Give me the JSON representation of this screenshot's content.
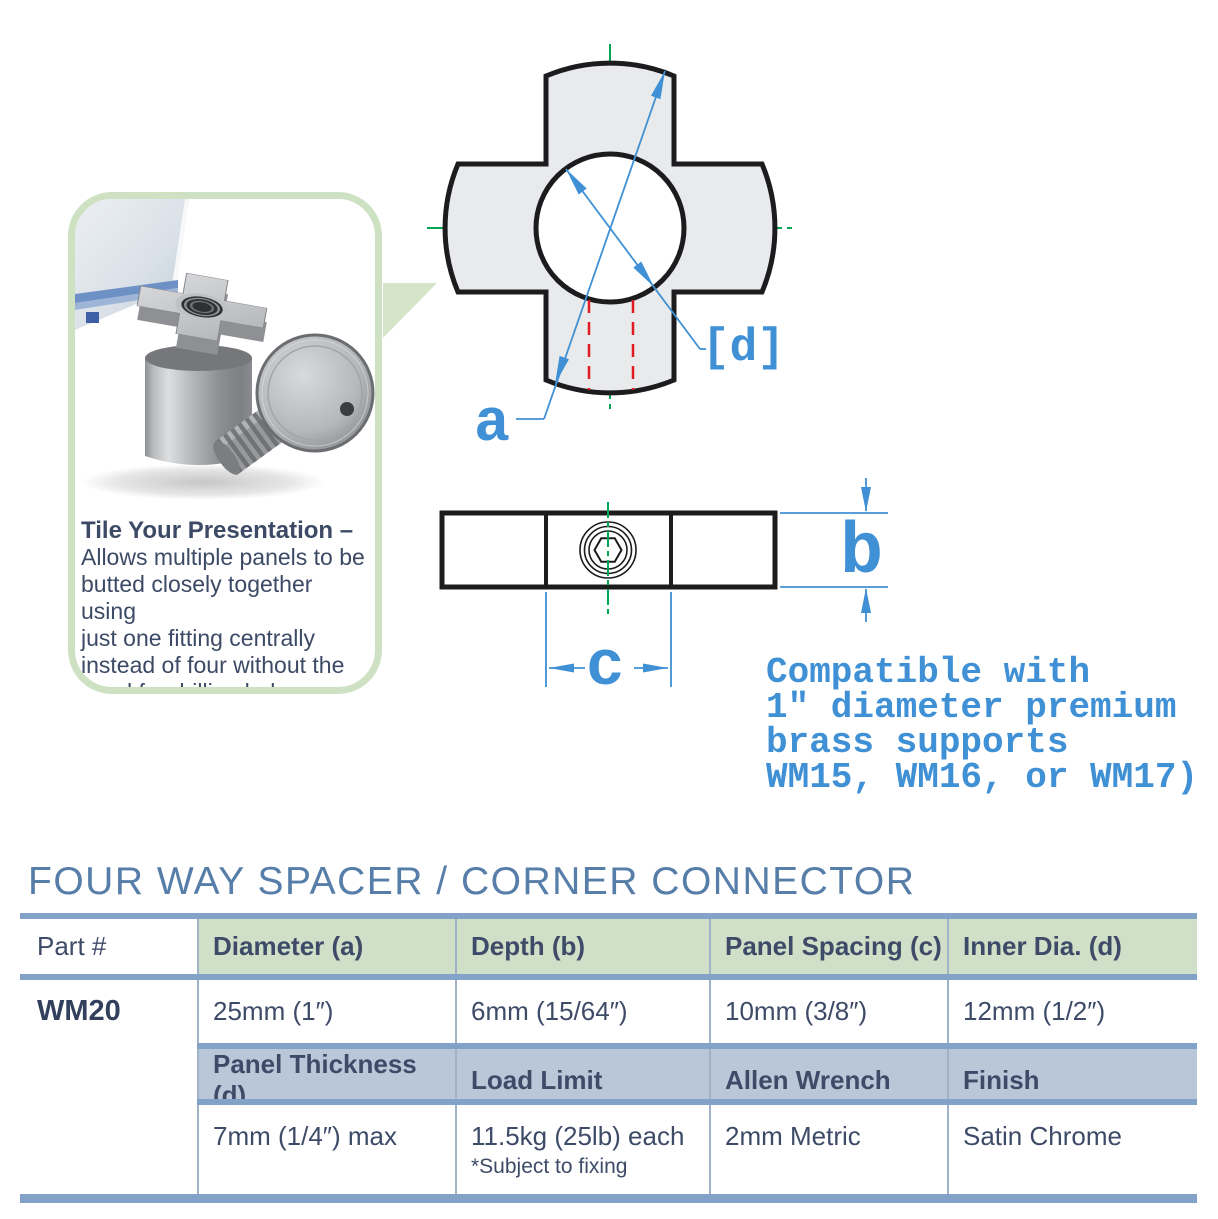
{
  "callout": {
    "heading": "Tile Your Presentation –",
    "body_lines": [
      "Allows multiple panels to be",
      "butted closely together using",
      "just one fitting centrally",
      "instead of four without the",
      "need for drilling holes."
    ]
  },
  "diagram_labels": {
    "a": "a",
    "b": "b",
    "c": "c",
    "d": "[d]"
  },
  "compatibility_note": {
    "lines": [
      "Compatible with",
      "1″ diameter premium",
      "brass supports",
      "WM15, WM16, or WM17)"
    ]
  },
  "section": {
    "title": "FOUR WAY SPACER / CORNER CONNECTOR"
  },
  "table": {
    "part_label": "Part #",
    "part_number": "WM20",
    "spec_headers": [
      "Diameter (a)",
      "Depth (b)",
      "Panel Spacing (c)",
      "Inner Dia. (d)"
    ],
    "spec_values": [
      "25mm (1″)",
      "6mm (15/64″)",
      "10mm (3/8″)",
      "12mm (1/2″)"
    ],
    "detail_headers": [
      "Panel Thickness (d)",
      "Load Limit",
      "Allen Wrench",
      "Finish"
    ],
    "detail_values": [
      "7mm (1/4″) max",
      "11.5kg (25lb) each",
      "2mm Metric",
      "Satin Chrome"
    ],
    "load_limit_note": "*Subject to fixing"
  },
  "colors": {
    "accent_blue": "#3f90d5",
    "centerline_green": "#00a651",
    "hidden_line_red": "#e01b24",
    "bar_blue": "#82a3c7",
    "header_green": "#d0dfc7",
    "header_bluegray": "#bac7d8",
    "title_blue": "#567ea8",
    "text_slate": "#3e4b68",
    "bubble_green": "#cee1c3"
  }
}
